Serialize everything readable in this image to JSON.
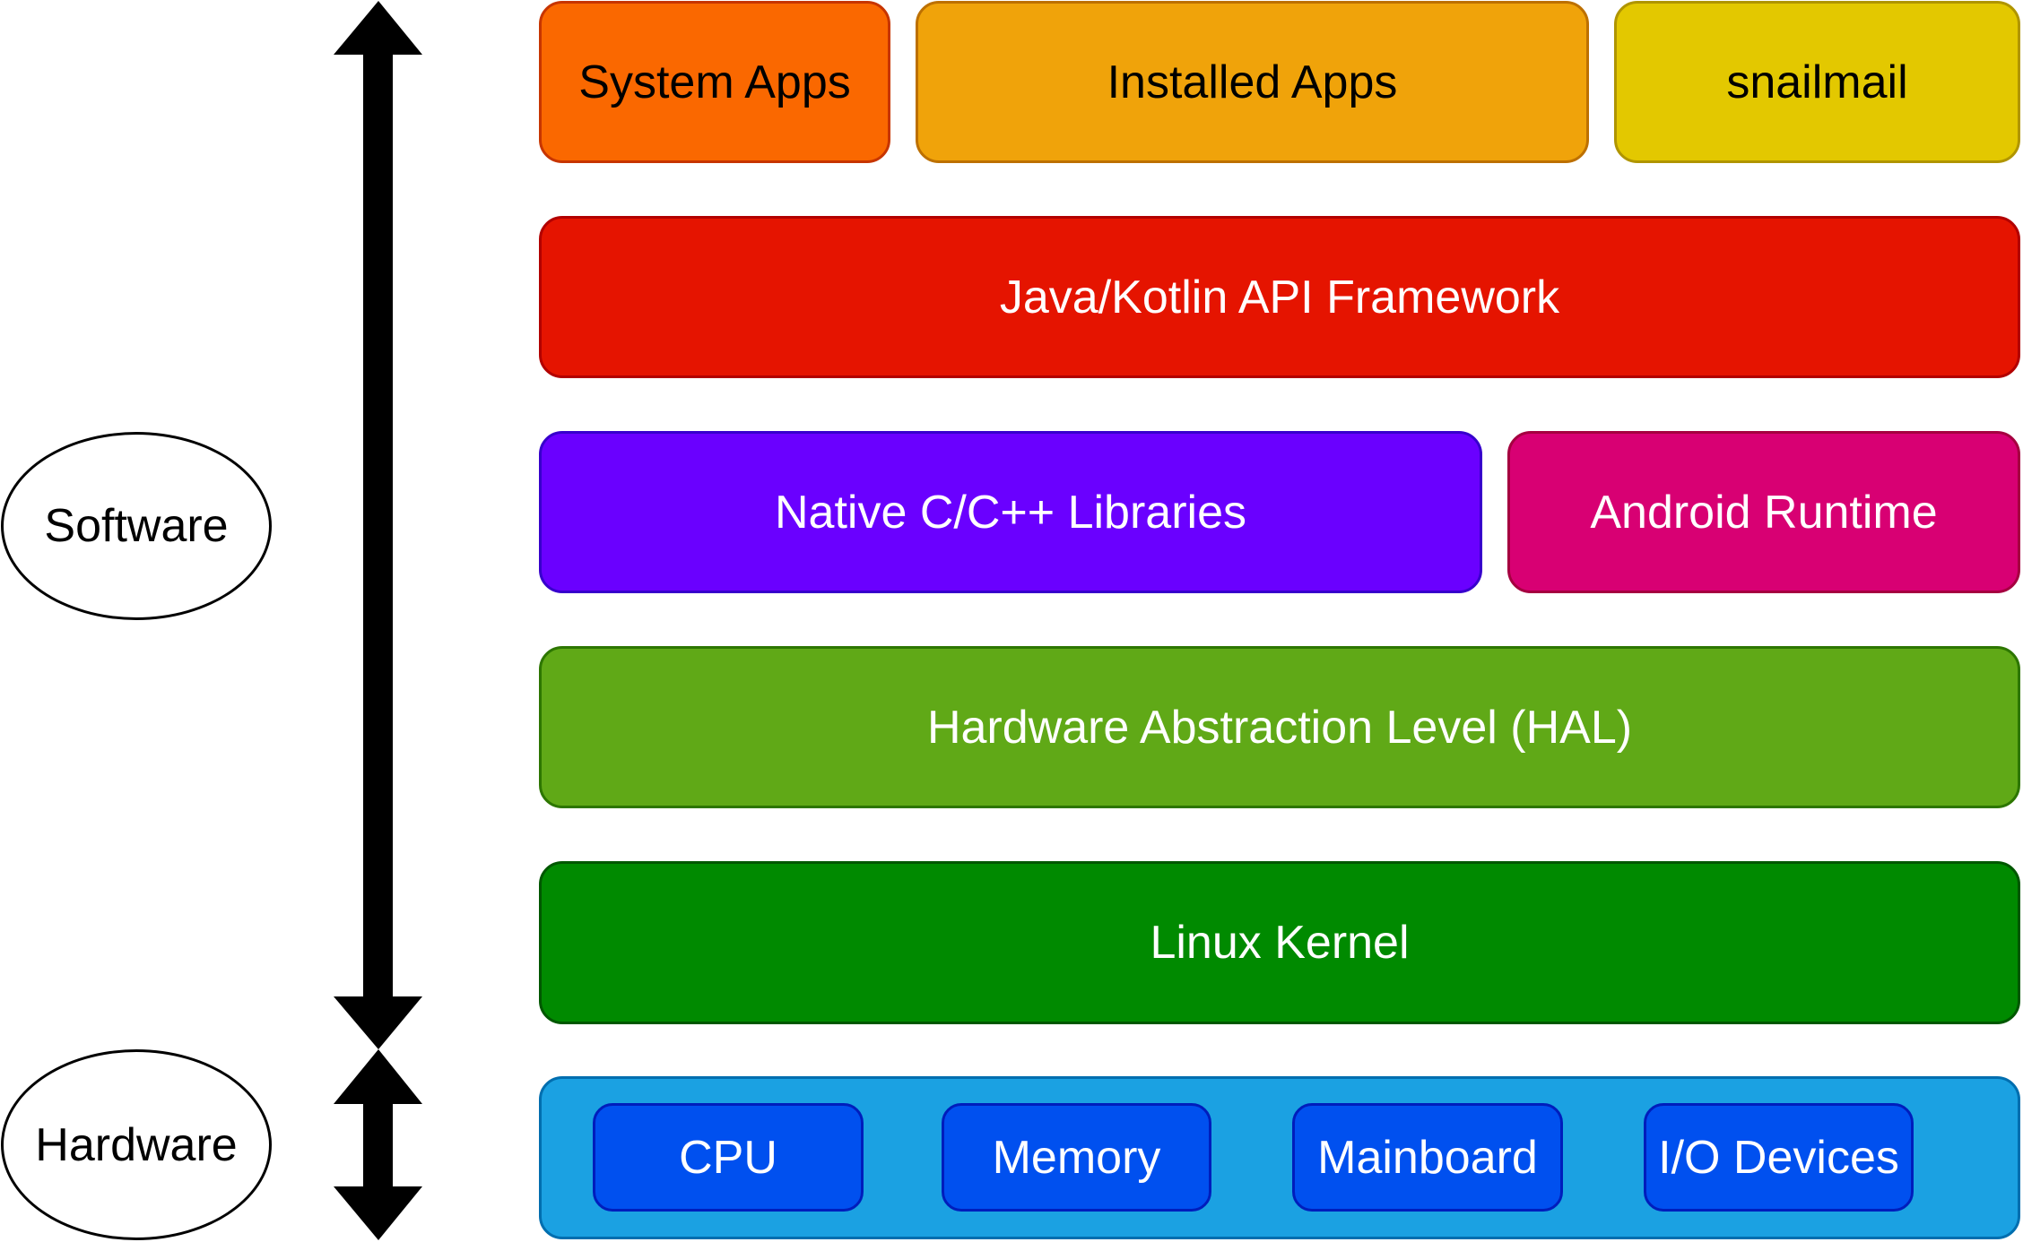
{
  "diagram": {
    "title": "Android Architecture Stack",
    "side_labels": {
      "software": "Software",
      "hardware": "Hardware"
    },
    "layers": {
      "apps": [
        {
          "label": "System Apps",
          "fill": "#fa6800",
          "stroke": "#c73500",
          "text_color": "#000000"
        },
        {
          "label": "Installed Apps",
          "fill": "#f0a30a",
          "stroke": "#bd7000",
          "text_color": "#000000"
        },
        {
          "label": "snailmail",
          "fill": "#e3c800",
          "stroke": "#b09500",
          "text_color": "#000000"
        }
      ],
      "framework": {
        "label": "Java/Kotlin API Framework",
        "fill": "#e51400",
        "stroke": "#b20000",
        "text_color": "#ffffff"
      },
      "native_libraries": {
        "label": "Native C/C++ Libraries",
        "fill": "#6a00ff",
        "stroke": "#3700cc",
        "text_color": "#ffffff"
      },
      "android_runtime": {
        "label": "Android Runtime",
        "fill": "#d80073",
        "stroke": "#a50040",
        "text_color": "#ffffff"
      },
      "hal": {
        "label": "Hardware Abstraction Level (HAL)",
        "fill": "#60a917",
        "stroke": "#2d7600",
        "text_color": "#ffffff"
      },
      "kernel": {
        "label": "Linux Kernel",
        "fill": "#008a00",
        "stroke": "#005700",
        "text_color": "#ffffff"
      },
      "hardware": {
        "fill": "#1ba1e2",
        "stroke": "#006eaf",
        "components": [
          {
            "label": "CPU",
            "fill": "#0050ef",
            "stroke": "#001dbc"
          },
          {
            "label": "Memory",
            "fill": "#0050ef",
            "stroke": "#001dbc"
          },
          {
            "label": "Mainboard",
            "fill": "#0050ef",
            "stroke": "#001dbc"
          },
          {
            "label": "I/O Devices",
            "fill": "#0050ef",
            "stroke": "#001dbc"
          }
        ]
      }
    },
    "arrows": {
      "software_range": "double-headed arrow spanning Software layers",
      "hardware_range": "double-headed arrow spanning Hardware layer",
      "color": "#000000"
    }
  }
}
